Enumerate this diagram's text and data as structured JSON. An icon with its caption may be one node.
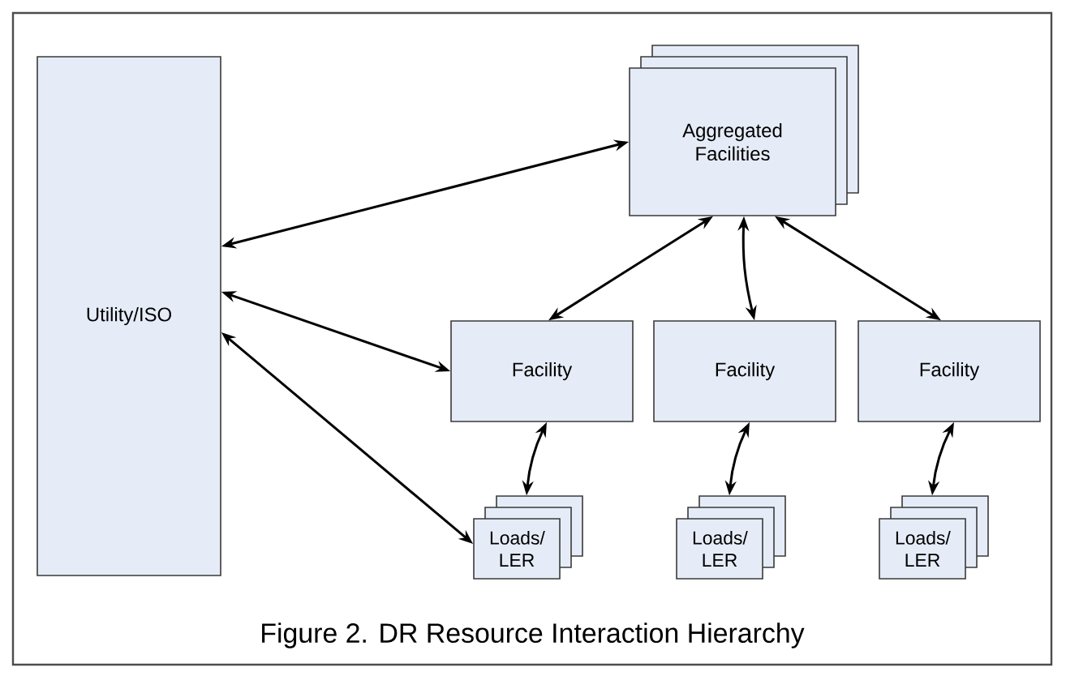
{
  "diagram": {
    "caption": "Figure 2. DR Resource Interaction Hierarchy",
    "nodes": [
      {
        "text": [
          "Utility/ISO"
        ]
      },
      {
        "text": [
          "Aggregated Facilities"
        ]
      },
      {
        "text": [
          "Facility"
        ]
      },
      {
        "text": [
          "Facility"
        ]
      },
      {
        "text": [
          "Facility"
        ]
      },
      {
        "text": [
          "Loads/ LER"
        ]
      },
      {
        "text": [
          "Loads/ LER"
        ]
      },
      {
        "text": [
          "Loads/ LER"
        ]
      }
    ],
    "edges": [
      {
        "from": 0,
        "to": 1,
        "arrow": "both"
      },
      {
        "from": 0,
        "to": 2,
        "arrow": "both"
      },
      {
        "from": 0,
        "to": 5,
        "arrow": "both"
      },
      {
        "from": 1,
        "to": 2,
        "arrow": "both"
      },
      {
        "from": 1,
        "to": 3,
        "arrow": "both"
      },
      {
        "from": 1,
        "to": 4,
        "arrow": "both"
      },
      {
        "from": 2,
        "to": 5,
        "arrow": "both"
      },
      {
        "from": 3,
        "to": 6,
        "arrow": "both"
      },
      {
        "from": 4,
        "to": 7,
        "arrow": "both"
      }
    ]
  }
}
